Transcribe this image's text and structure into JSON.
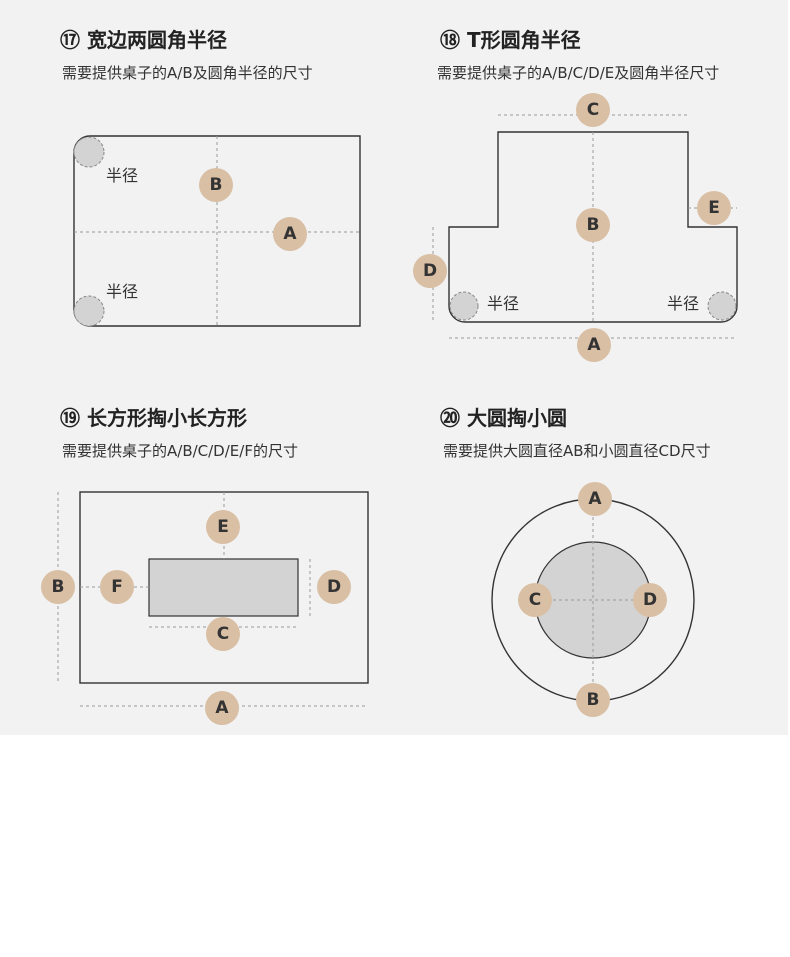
{
  "sections": [
    {
      "title": "⑰ 宽边两圆角半径",
      "subtitle": "需要提供桌子的A/B及圆角半径的尺寸",
      "labels": {
        "A": "A",
        "B": "B",
        "radius_top": "半径",
        "radius_bottom": "半径"
      }
    },
    {
      "title": "⑱ T形圆角半径",
      "subtitle": "需要提供桌子的A/B/C/D/E及圆角半径尺寸",
      "labels": {
        "A": "A",
        "B": "B",
        "C": "C",
        "D": "D",
        "E": "E",
        "radius_left": "半径",
        "radius_right": "半径"
      }
    },
    {
      "title": "⑲ 长方形掏小长方形",
      "subtitle": "需要提供桌子的A/B/C/D/E/F的尺寸",
      "labels": {
        "A": "A",
        "B": "B",
        "C": "C",
        "D": "D",
        "E": "E",
        "F": "F"
      }
    },
    {
      "title": "⑳ 大圆掏小圆",
      "subtitle": "需要提供大圆直径AB和小圆直径CD尺寸",
      "labels": {
        "A": "A",
        "B": "B",
        "C": "C",
        "D": "D"
      }
    }
  ],
  "colors": {
    "panel_background": "#f2f2f2",
    "badge": "#d9bfa4",
    "shape_fill": "#d3d3d3",
    "outline": "#333333"
  }
}
